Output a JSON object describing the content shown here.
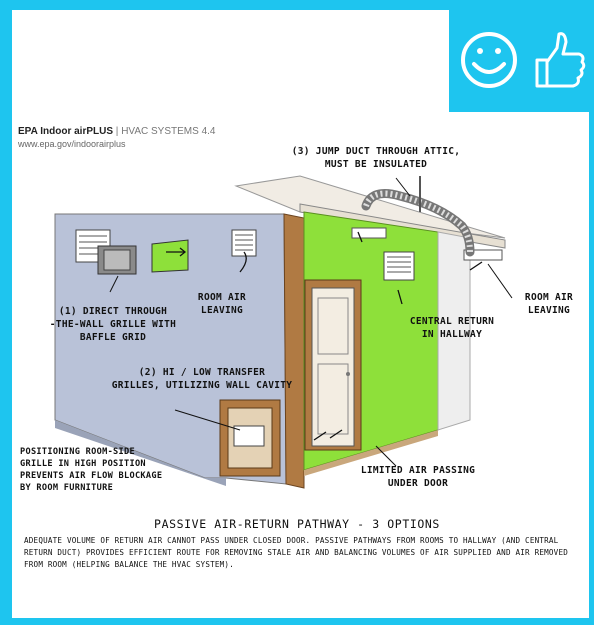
{
  "header": {
    "brand": "EPA Indoor airPLUS",
    "section": "HVAC SYSTEMS 4.4",
    "url": "www.epa.gov/indoorairplus"
  },
  "badge": {
    "icons": [
      "smiley-face-icon",
      "thumbs-up-icon"
    ],
    "color": "#1ec5ef"
  },
  "labels": {
    "jump_duct_1": "(3) JUMP DUCT THROUGH ATTIC,",
    "jump_duct_2": "MUST BE INSULATED",
    "room_air_left_1": "ROOM AIR",
    "room_air_left_2": "LEAVING",
    "room_air_right_1": "ROOM AIR",
    "room_air_right_2": "LEAVING",
    "central_return_1": "CENTRAL RETURN",
    "central_return_2": "IN HALLWAY",
    "direct_through_1": "(1) DIRECT THROUGH",
    "direct_through_2": "-THE-WALL GRILLE WITH",
    "direct_through_3": "BAFFLE GRID",
    "transfer_1": "(2) HI / LOW TRANSFER",
    "transfer_2": "GRILLES, UTILIZING WALL CAVITY",
    "positioning_1": "POSITIONING ROOM-SIDE",
    "positioning_2": "GRILLE IN HIGH POSITION",
    "positioning_3": "PREVENTS AIR FLOW BLOCKAGE",
    "positioning_4": "BY ROOM FURNITURE",
    "limited_1": "LIMITED AIR PASSING",
    "limited_2": "UNDER DOOR"
  },
  "caption": {
    "title": "PASSIVE AIR-RETURN PATHWAY - 3 OPTIONS",
    "body": "ADEQUATE VOLUME OF RETURN AIR CANNOT PASS UNDER CLOSED DOOR. PASSIVE PATHWAYS FROM ROOMS TO HALLWAY (AND CENTRAL RETURN DUCT) PROVIDES EFFICIENT ROUTE FOR REMOVING STALE AIR  AND BALANCING VOLUMES OF AIR SUPPLIED AND AIR REMOVED FROM ROOM (HELPING BALANCE THE HVAC SYSTEM)."
  },
  "colors": {
    "frame": "#1ec5ef",
    "hall_wall": "#8ee03a",
    "room_wall": "#b9c2d8",
    "wood": "#b07a43"
  }
}
